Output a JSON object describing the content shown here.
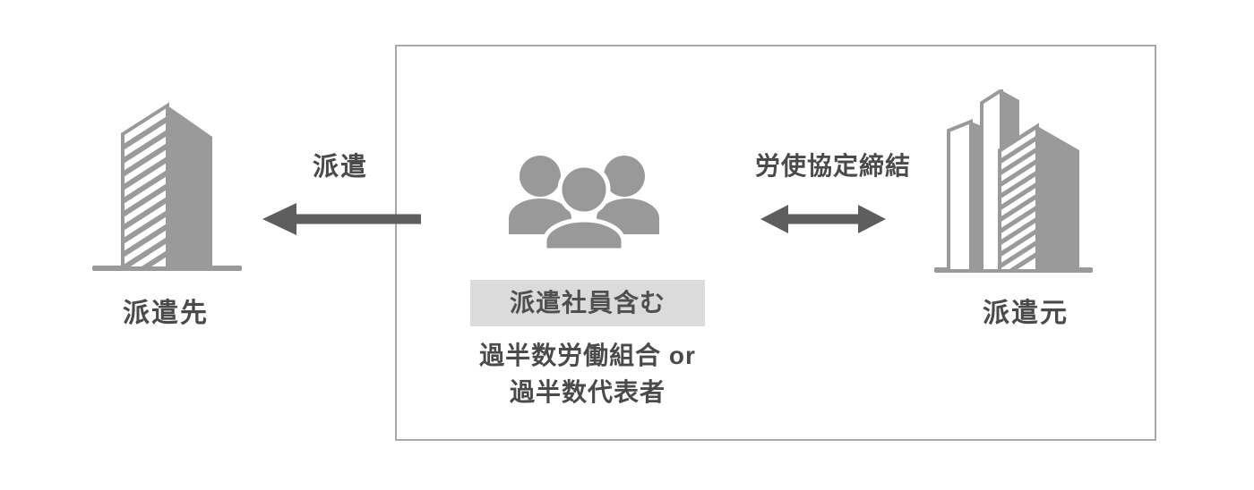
{
  "diagram": {
    "kind": "labor-dispatch-relationship",
    "destination": {
      "label": "派遣先",
      "icon": "office-building-icon"
    },
    "dispatch": {
      "label": "派遣",
      "direction": "left"
    },
    "workers": {
      "icon": "people-group-icon",
      "badge": "派遣社員含む",
      "representative_line1": "過半数労働組合 or",
      "representative_line2": "過半数代表者"
    },
    "agreement": {
      "label": "労使協定締結",
      "direction": "both"
    },
    "agency": {
      "label": "派遣元",
      "icon": "city-buildings-icon"
    },
    "colors": {
      "icon_gray": "#9a9a9a",
      "arrow_gray": "#5e5e5e",
      "text_gray": "#4a4a4a",
      "badge_background": "#dbdbdb",
      "frame_border": "#a9a9a9",
      "background": "#ffffff"
    }
  }
}
